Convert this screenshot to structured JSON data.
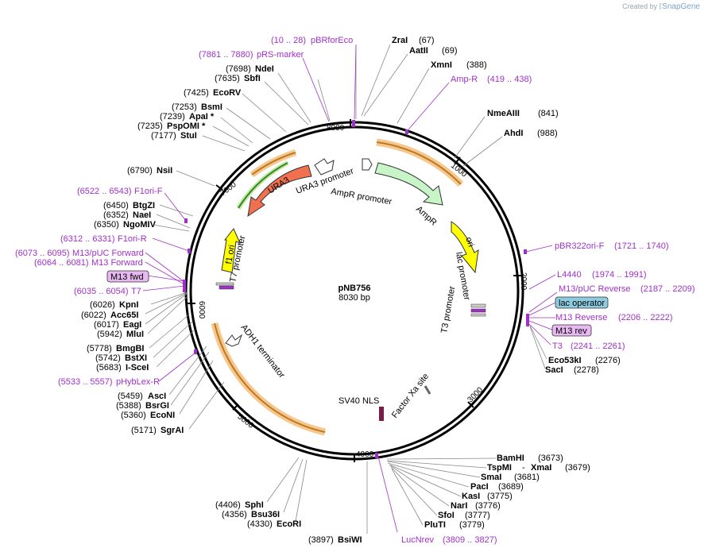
{
  "credit": {
    "created_by": "Created by",
    "brand": "SnapGene"
  },
  "plasmid": {
    "name": "pNB756",
    "length": "8030 bp"
  },
  "ticks": [
    "1000",
    "2000",
    "3000",
    "4000",
    "5000",
    "6000",
    "7000",
    "8000"
  ],
  "features": {
    "ampr_promoter": "AmpR promoter",
    "ampr": "AmpR",
    "ori": "ori",
    "lac_promoter": "lac promoter",
    "t3_promoter": "T3 promoter",
    "factor_xa": "Factor Xa site",
    "sv40_nls": "SV40 NLS",
    "adh1_terminator": "ADH1 terminator",
    "t7_promoter": "T7 promoter",
    "f1_ori": "f1 ori",
    "ura3": "URA3",
    "ura3_promoter": "URA3 promoter"
  },
  "labels": {
    "pbrforeco": {
      "pos": "(10 .. 28)",
      "name": "pBRforEco"
    },
    "zrai": {
      "name": "ZraI",
      "pos": "(67)"
    },
    "aatii": {
      "name": "AatII",
      "pos": "(69)"
    },
    "xmni": {
      "name": "XmnI",
      "pos": "(388)"
    },
    "ampr_primer": {
      "name": "Amp-R",
      "pos": "(419 .. 438)"
    },
    "nmeaiii": {
      "name": "NmeAIII",
      "pos": "(841)"
    },
    "ahdi": {
      "name": "AhdI",
      "pos": "(988)"
    },
    "pbr322ori": {
      "name": "pBR322ori-F",
      "pos": "(1721 .. 1740)"
    },
    "l4440": {
      "name": "L4440",
      "pos": "(1974 .. 1991)"
    },
    "m13puc_rev": {
      "name": "M13/pUC Reverse",
      "pos": "(2187 .. 2209)"
    },
    "lac_operator": {
      "name": "lac operator"
    },
    "m13_reverse": {
      "name": "M13 Reverse",
      "pos": "(2206 .. 2222)"
    },
    "m13_rev_box": {
      "name": "M13 rev"
    },
    "t3": {
      "name": "T3",
      "pos": "(2241 .. 2261)"
    },
    "eco53ki": {
      "name": "Eco53kI",
      "pos": "(2276)"
    },
    "saci": {
      "name": "SacI",
      "pos": "(2278)"
    },
    "bamhi": {
      "name": "BamHI",
      "pos": "(3673)"
    },
    "tspmi": {
      "name": "TspMI",
      "sep": "- ",
      "name2": "XmaI",
      "pos": "(3679)"
    },
    "smai": {
      "name": "SmaI",
      "pos": "(3681)"
    },
    "paci": {
      "name": "PacI",
      "pos": "(3689)"
    },
    "kasi": {
      "name": "KasI",
      "pos": "(3775)"
    },
    "nari": {
      "name": "NarI",
      "pos": "(3776)"
    },
    "sfoi": {
      "name": "SfoI",
      "pos": "(3777)"
    },
    "pluti": {
      "name": "PluTI",
      "pos": "(3779)"
    },
    "lucnrev": {
      "name": "LucNrev",
      "pos": "(3809 .. 3827)"
    },
    "bsiwi": {
      "pos": "(3897)",
      "name": "BsiWI"
    },
    "ecori": {
      "pos": "(4330)",
      "name": "EcoRI"
    },
    "bsu36i": {
      "pos": "(4356)",
      "name": "Bsu36I"
    },
    "sphi": {
      "pos": "(4406)",
      "name": "SphI"
    },
    "sgrai": {
      "pos": "(5171)",
      "name": "SgrAI"
    },
    "econi": {
      "pos": "(5360)",
      "name": "EcoNI"
    },
    "bsrgi": {
      "pos": "(5388)",
      "name": "BsrGI"
    },
    "asci": {
      "pos": "(5459)",
      "name": "AscI"
    },
    "phyblex": {
      "pos": "(5533 .. 5557)",
      "name": "pHybLex-R"
    },
    "scei": {
      "pos": "(5683)",
      "name": "I-SceI"
    },
    "bstxi": {
      "pos": "(5742)",
      "name": "BstXI"
    },
    "bmgbi": {
      "pos": "(5778)",
      "name": "BmgBI"
    },
    "mlui": {
      "pos": "(5942)",
      "name": "MluI"
    },
    "eagi": {
      "pos": "(6017)",
      "name": "EagI"
    },
    "acc65i": {
      "pos": "(6022)",
      "name": "Acc65I"
    },
    "kpni": {
      "pos": "(6026)",
      "name": "KpnI"
    },
    "t7": {
      "pos": "(6035 .. 6054)",
      "name": "T7"
    },
    "m13fwd_box": {
      "name": "M13 fwd"
    },
    "m13_forward": {
      "pos": "(6064 .. 6081)",
      "name": "M13 Forward"
    },
    "m13puc_fwd": {
      "pos": "(6073 .. 6095)",
      "name": "M13/pUC Forward"
    },
    "f1ori_r": {
      "pos": "(6312 .. 6331)",
      "name": "F1ori-R"
    },
    "ngomiv": {
      "pos": "(6350)",
      "name": "NgoMIV"
    },
    "naei": {
      "pos": "(6352)",
      "name": "NaeI"
    },
    "btgzi": {
      "pos": "(6450)",
      "name": "BtgZI"
    },
    "f1ori_f": {
      "pos": "(6522 .. 6543)",
      "name": "F1ori-F"
    },
    "nsii": {
      "pos": "(6790)",
      "name": "NsiI"
    },
    "stui": {
      "pos": "(7177)",
      "name": "StuI"
    },
    "pspomi": {
      "pos": "(7235)",
      "name": "PspOMI *"
    },
    "apai": {
      "pos": "(7239)",
      "name": "ApaI *"
    },
    "bsmi": {
      "pos": "(7253)",
      "name": "BsmI"
    },
    "ecorv": {
      "pos": "(7425)",
      "name": "EcoRV"
    },
    "sbfi": {
      "pos": "(7635)",
      "name": "SbfI"
    },
    "ndei": {
      "pos": "(7698)",
      "name": "NdeI"
    },
    "prs_marker": {
      "pos": "(7861 .. 7880)",
      "name": "pRS-marker"
    }
  },
  "colors": {
    "primer": "#a030c8",
    "ampr": "#c8f5c8",
    "ori": "#ffff00",
    "ura3": "#f07050",
    "backbone": "#000000",
    "highlight": "#f5d6a0",
    "box": "#8fcbe0",
    "m13box": "#e7b9f0"
  }
}
